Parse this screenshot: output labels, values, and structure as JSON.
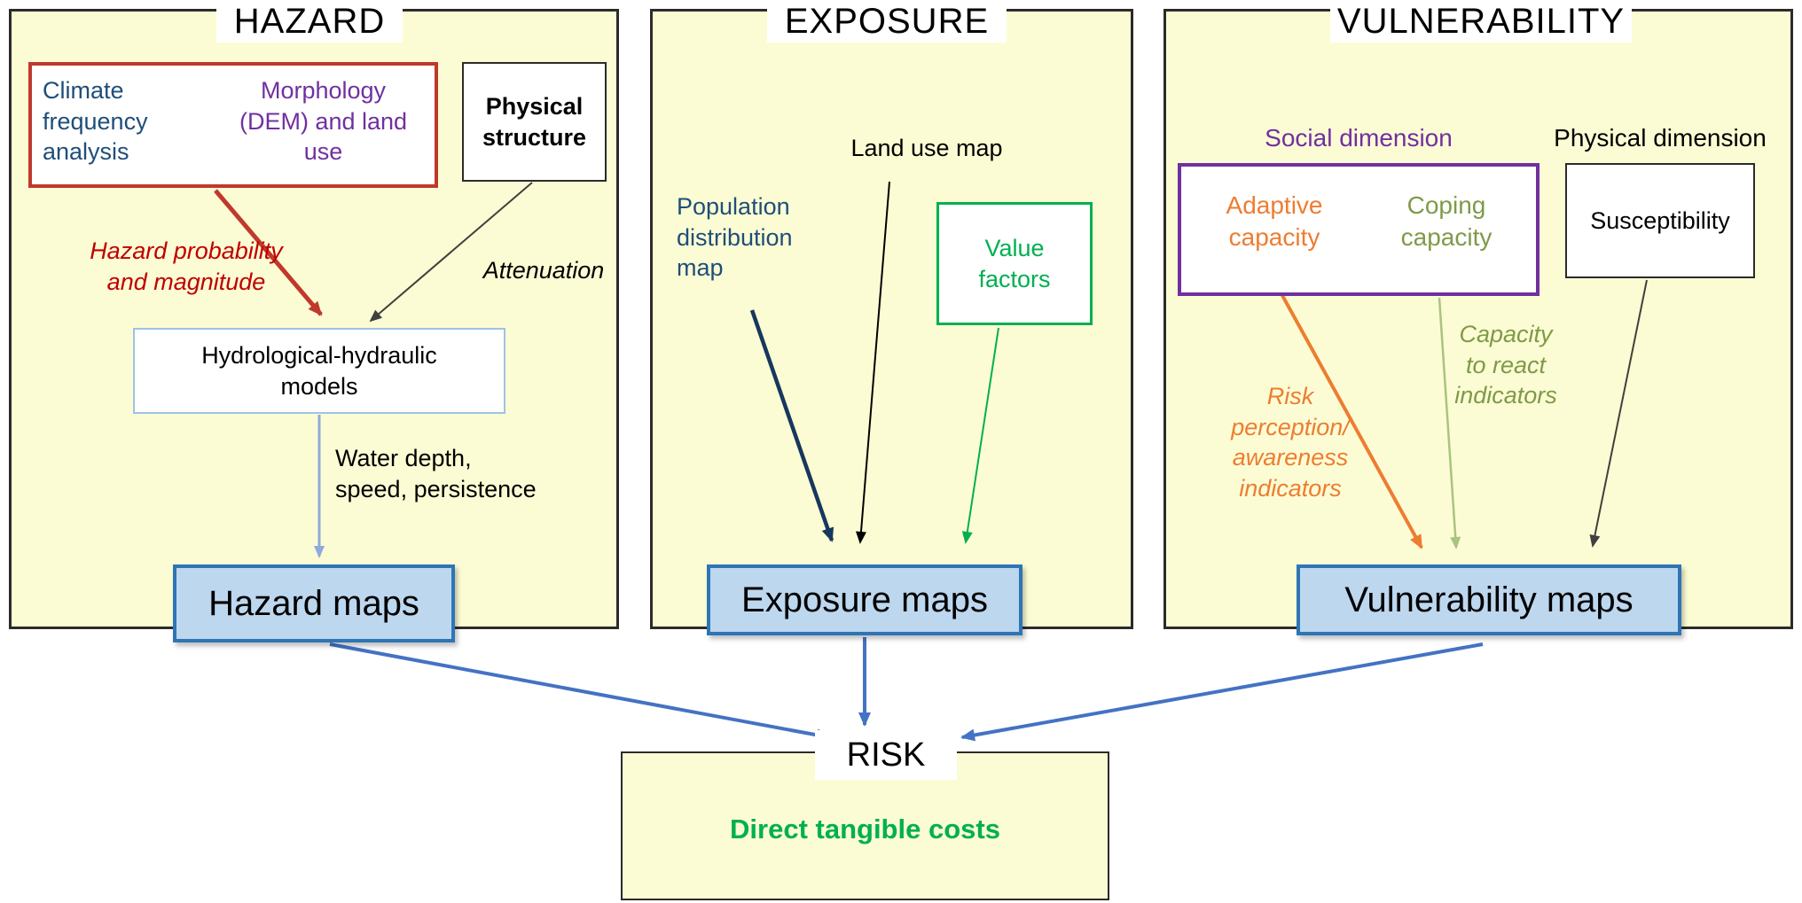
{
  "hazard": {
    "title": "HAZARD",
    "climate": "Climate\nfrequency\nanalysis",
    "morphology": "Morphology\n(DEM) and land\nuse",
    "physical_structure": "Physical\nstructure",
    "hazard_probability": "Hazard probability\nand magnitude",
    "attenuation": "Attenuation",
    "models": "Hydrological-hydraulic\nmodels",
    "water_depth": "Water depth,\nspeed, persistence",
    "maps": "Hazard maps"
  },
  "exposure": {
    "title": "EXPOSURE",
    "land_use": "Land use map",
    "population": "Population\ndistribution\nmap",
    "value_factors": "Value\nfactors",
    "maps": "Exposure maps"
  },
  "vulnerability": {
    "title": "VULNERABILITY",
    "social_dimension": "Social dimension",
    "physical_dimension": "Physical dimension",
    "adaptive_capacity": "Adaptive\ncapacity",
    "coping_capacity": "Coping\ncapacity",
    "susceptibility": "Susceptibility",
    "risk_perception": "Risk\nperception/\nawareness\nindicators",
    "capacity_to_react": "Capacity\nto react\nindicators",
    "maps": "Vulnerability maps"
  },
  "risk": {
    "title": "RISK",
    "direct_costs": "Direct tangible costs"
  },
  "colors": {
    "panel_background": "#FCFCD4",
    "maps_fill": "#BDD7EE",
    "maps_border": "#2E75B6",
    "red_accent": "#C0392B",
    "red_text": "#C00000",
    "dark_blue_text": "#1F4E79",
    "navy_arrow": "#17375E",
    "purple": "#7030A0",
    "green": "#00B050",
    "orange": "#ED7D31",
    "olive_text": "#7F9A48",
    "olive_arrow": "#A9C47F",
    "gray_arrow": "#404040",
    "blue_arrow": "#4472C4",
    "light_blue_arrow": "#8FAADC"
  }
}
